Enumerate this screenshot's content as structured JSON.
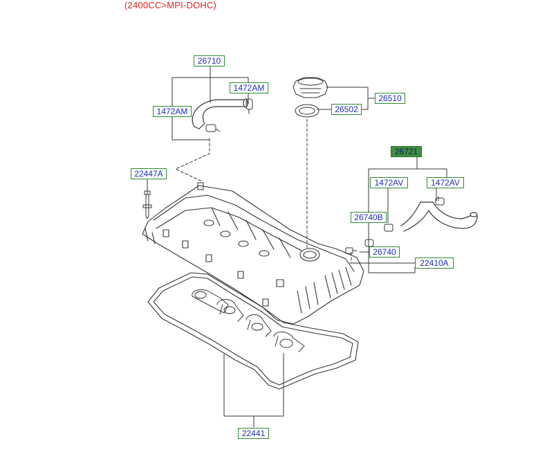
{
  "diagram": {
    "title": "(2400CC>MPI-DOHC)",
    "colors": {
      "title": "#d81f1f",
      "label_text": "#1b2fb5",
      "label_border": "#2e8b2e",
      "highlight_fill": "#3f8f3f",
      "line": "#333333"
    },
    "labels": [
      {
        "id": "p26710",
        "text": "26710"
      },
      {
        "id": "p1472am_right",
        "text": "1472AM"
      },
      {
        "id": "p1472am_left",
        "text": "1472AM"
      },
      {
        "id": "p26510",
        "text": "26510"
      },
      {
        "id": "p26502",
        "text": "26502"
      },
      {
        "id": "p26721",
        "text": "26721",
        "highlighted": true
      },
      {
        "id": "p22447a",
        "text": "22447A"
      },
      {
        "id": "p1472av_left",
        "text": "1472AV"
      },
      {
        "id": "p1472av_right",
        "text": "1472AV"
      },
      {
        "id": "p26740b",
        "text": "26740B"
      },
      {
        "id": "p26740",
        "text": "26740"
      },
      {
        "id": "p22410a",
        "text": "22410A"
      },
      {
        "id": "p22441",
        "text": "22441"
      }
    ]
  }
}
